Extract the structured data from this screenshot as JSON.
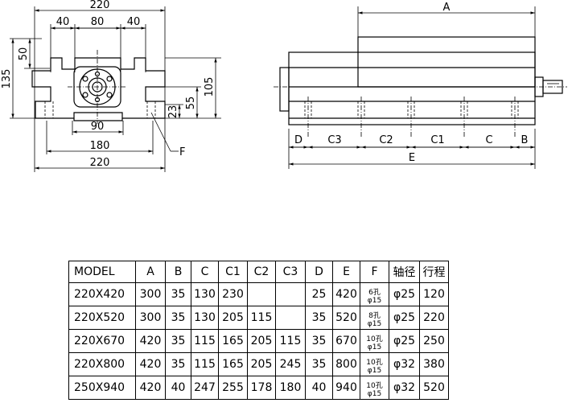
{
  "drawing": {
    "front_view": {
      "top_width": "220",
      "top_left": "40",
      "top_center": "80",
      "top_right": "40",
      "height_left_upper": "50",
      "height_left_total": "135",
      "height_right": "105",
      "height_55": "55",
      "height_23": "23",
      "base_center": "90",
      "base_mid": "180",
      "base_total": "220",
      "callout_f": "F"
    },
    "side_view": {
      "dim_a": "A",
      "seg_d": "D",
      "seg_c3": "C3",
      "seg_c2": "C2",
      "seg_c1": "C1",
      "seg_c": "C",
      "seg_b": "B",
      "dim_e": "E"
    }
  },
  "table": {
    "headers": [
      "MODEL",
      "A",
      "B",
      "C",
      "C1",
      "C2",
      "C3",
      "D",
      "E",
      "F",
      "轴径",
      "行程"
    ],
    "rows": [
      {
        "model": "220X420",
        "a": "300",
        "b": "35",
        "c": "130",
        "c1": "230",
        "c2": "",
        "c3": "",
        "d": "25",
        "e": "420",
        "f_top": "6孔",
        "f_bottom": "φ15",
        "shaft": "φ25",
        "stroke": "120"
      },
      {
        "model": "220X520",
        "a": "300",
        "b": "35",
        "c": "130",
        "c1": "205",
        "c2": "115",
        "c3": "",
        "d": "35",
        "e": "520",
        "f_top": "8孔",
        "f_bottom": "φ15",
        "shaft": "φ25",
        "stroke": "220"
      },
      {
        "model": "220X670",
        "a": "420",
        "b": "35",
        "c": "115",
        "c1": "165",
        "c2": "205",
        "c3": "115",
        "d": "35",
        "e": "670",
        "f_top": "10孔",
        "f_bottom": "φ15",
        "shaft": "φ25",
        "stroke": "250"
      },
      {
        "model": "220X800",
        "a": "420",
        "b": "35",
        "c": "115",
        "c1": "165",
        "c2": "205",
        "c3": "245",
        "d": "35",
        "e": "800",
        "f_top": "10孔",
        "f_bottom": "φ15",
        "shaft": "φ32",
        "stroke": "380"
      },
      {
        "model": "250X940",
        "a": "420",
        "b": "40",
        "c": "247",
        "c1": "255",
        "c2": "178",
        "c3": "180",
        "d": "40",
        "e": "940",
        "f_top": "10孔",
        "f_bottom": "φ15",
        "shaft": "φ32",
        "stroke": "520"
      }
    ]
  }
}
